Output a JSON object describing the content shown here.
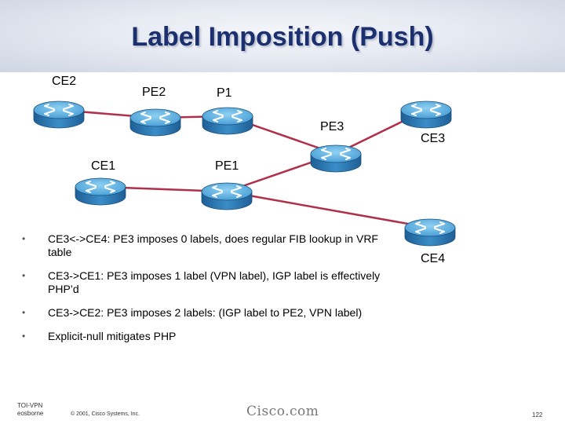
{
  "slide": {
    "title": "Label Imposition (Push)"
  },
  "routers": [
    {
      "id": "CE2",
      "label": "CE2",
      "icon": "router-icon"
    },
    {
      "id": "PE2",
      "label": "PE2",
      "icon": "router-icon"
    },
    {
      "id": "P1",
      "label": "P1",
      "icon": "router-icon"
    },
    {
      "id": "PE3",
      "label": "PE3",
      "icon": "router-icon"
    },
    {
      "id": "CE3",
      "label": "CE3",
      "icon": "router-icon"
    },
    {
      "id": "CE1",
      "label": "CE1",
      "icon": "router-icon"
    },
    {
      "id": "PE1",
      "label": "PE1",
      "icon": "router-icon"
    },
    {
      "id": "CE4",
      "label": "CE4",
      "icon": "router-icon"
    }
  ],
  "links": [
    {
      "from": "CE2",
      "to": "PE2"
    },
    {
      "from": "PE2",
      "to": "P1"
    },
    {
      "from": "P1",
      "to": "PE3"
    },
    {
      "from": "PE3",
      "to": "CE3"
    },
    {
      "from": "CE1",
      "to": "PE1"
    },
    {
      "from": "PE1",
      "to": "PE3"
    },
    {
      "from": "PE1",
      "to": "CE4"
    }
  ],
  "bullets": [
    "CE3<->CE4: PE3 imposes 0 labels, does regular FIB lookup in VRF table",
    "CE3->CE1: PE3 imposes 1 label (VPN label), IGP label is effectively PHP’d",
    "CE3->CE2: PE3 imposes 2 labels: (IGP label to PE2, VPN label)",
    "Explicit-null mitigates PHP"
  ],
  "footer": {
    "course_line1": "TOI-VPN",
    "course_line2": "eosborne",
    "copyright": "© 2001, Cisco Systems, Inc.",
    "logo": "Cisco.com",
    "page": "122"
  },
  "colors": {
    "title": "#1c2f6e",
    "link": "#b0304a",
    "router_body": "#2f7fb8",
    "router_top": "#5fb0e0"
  }
}
